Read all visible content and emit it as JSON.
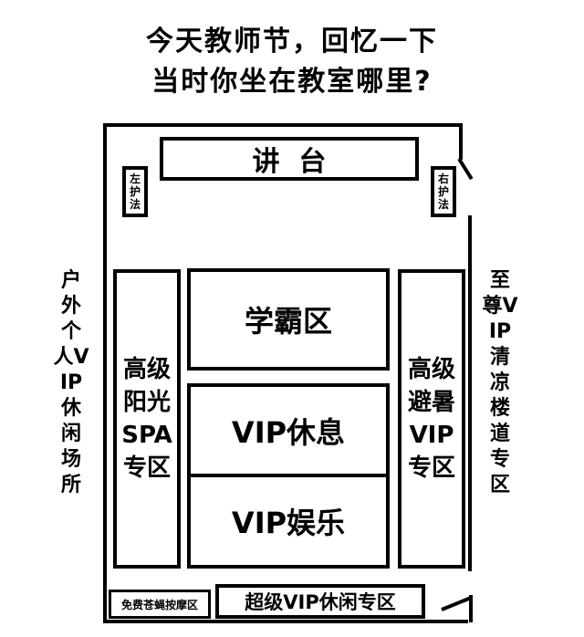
{
  "title": {
    "line1": "今天教师节，回忆一下",
    "line2": "当时你坐在教室哪里?"
  },
  "classroom": {
    "podium": "讲  台",
    "left_guard": "左护法",
    "right_guard": "右护法",
    "top_zone": "学霸区",
    "middle_zone": "VIP休息",
    "bottom_zone": "VIP娱乐",
    "left_column": "高级阳光SPA专区",
    "right_column": "高级避暑VIP专区",
    "back_left": "免费苍蝇按摩区",
    "back_right": "超级VIP休闲专区"
  },
  "outside": {
    "left": "户外个人VIP休闲场所",
    "right": "至尊VIP清凉楼道专区"
  }
}
